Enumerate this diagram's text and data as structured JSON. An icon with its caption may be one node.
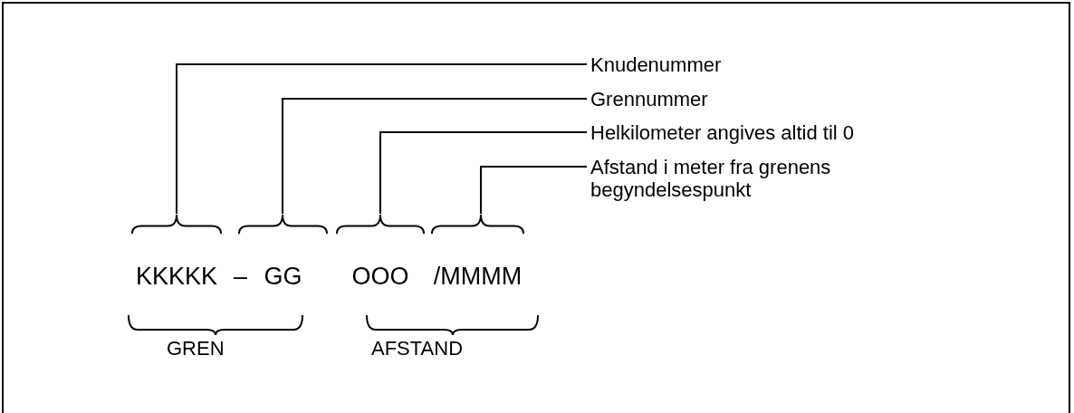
{
  "diagram": {
    "nodes": [
      {
        "text": [
          "Knudenummer"
        ]
      },
      {
        "text": [
          "Grennummer"
        ]
      },
      {
        "text": [
          "Helkilometer angives altid til 0"
        ]
      },
      {
        "text": [
          "Afstand i meter fra grenens begyndelsespunkt"
        ]
      },
      {
        "text": [
          "KKKKK"
        ]
      },
      {
        "text": [
          "GG"
        ]
      },
      {
        "text": [
          "OOO"
        ]
      },
      {
        "text": [
          "/MMMM"
        ]
      }
    ],
    "edges": [
      {
        "from": 0,
        "to": 4,
        "arrow": "none"
      },
      {
        "from": 1,
        "to": 5,
        "arrow": "none"
      },
      {
        "from": 2,
        "to": 6,
        "arrow": "none"
      },
      {
        "from": 3,
        "to": 7,
        "arrow": "none"
      }
    ],
    "labels": [
      "–",
      "GREN",
      "AFSTAND"
    ]
  }
}
